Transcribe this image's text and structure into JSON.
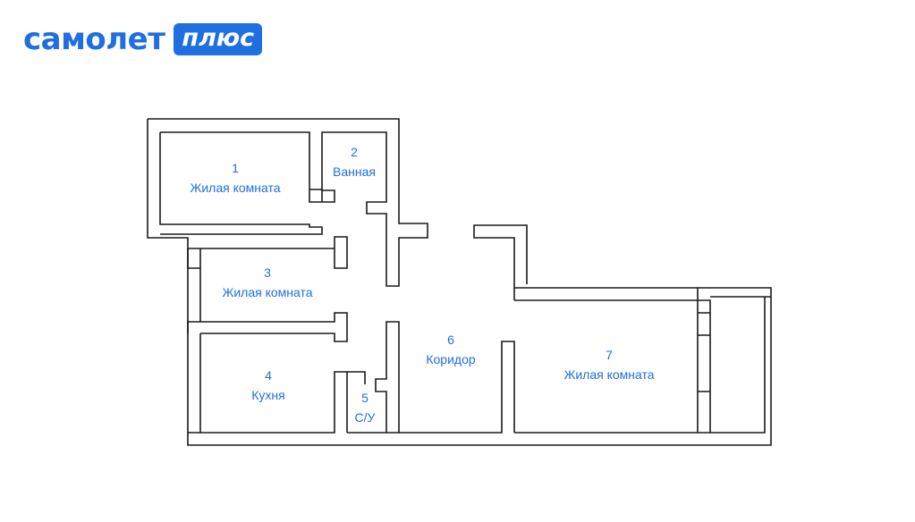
{
  "brand": {
    "name": "самолет",
    "badge": "плюс",
    "color": "#1f6fe0"
  },
  "colors": {
    "wall": "#1a1a1a",
    "label": "#1f6fe0",
    "background": "#ffffff"
  },
  "rooms": [
    {
      "number": "1",
      "name": "Жилая комната"
    },
    {
      "number": "2",
      "name": "Ванная"
    },
    {
      "number": "3",
      "name": "Жилая комната"
    },
    {
      "number": "4",
      "name": "Кухня"
    },
    {
      "number": "5",
      "name": "С/У"
    },
    {
      "number": "6",
      "name": "Коридор"
    },
    {
      "number": "7",
      "name": "Жилая комната"
    }
  ]
}
